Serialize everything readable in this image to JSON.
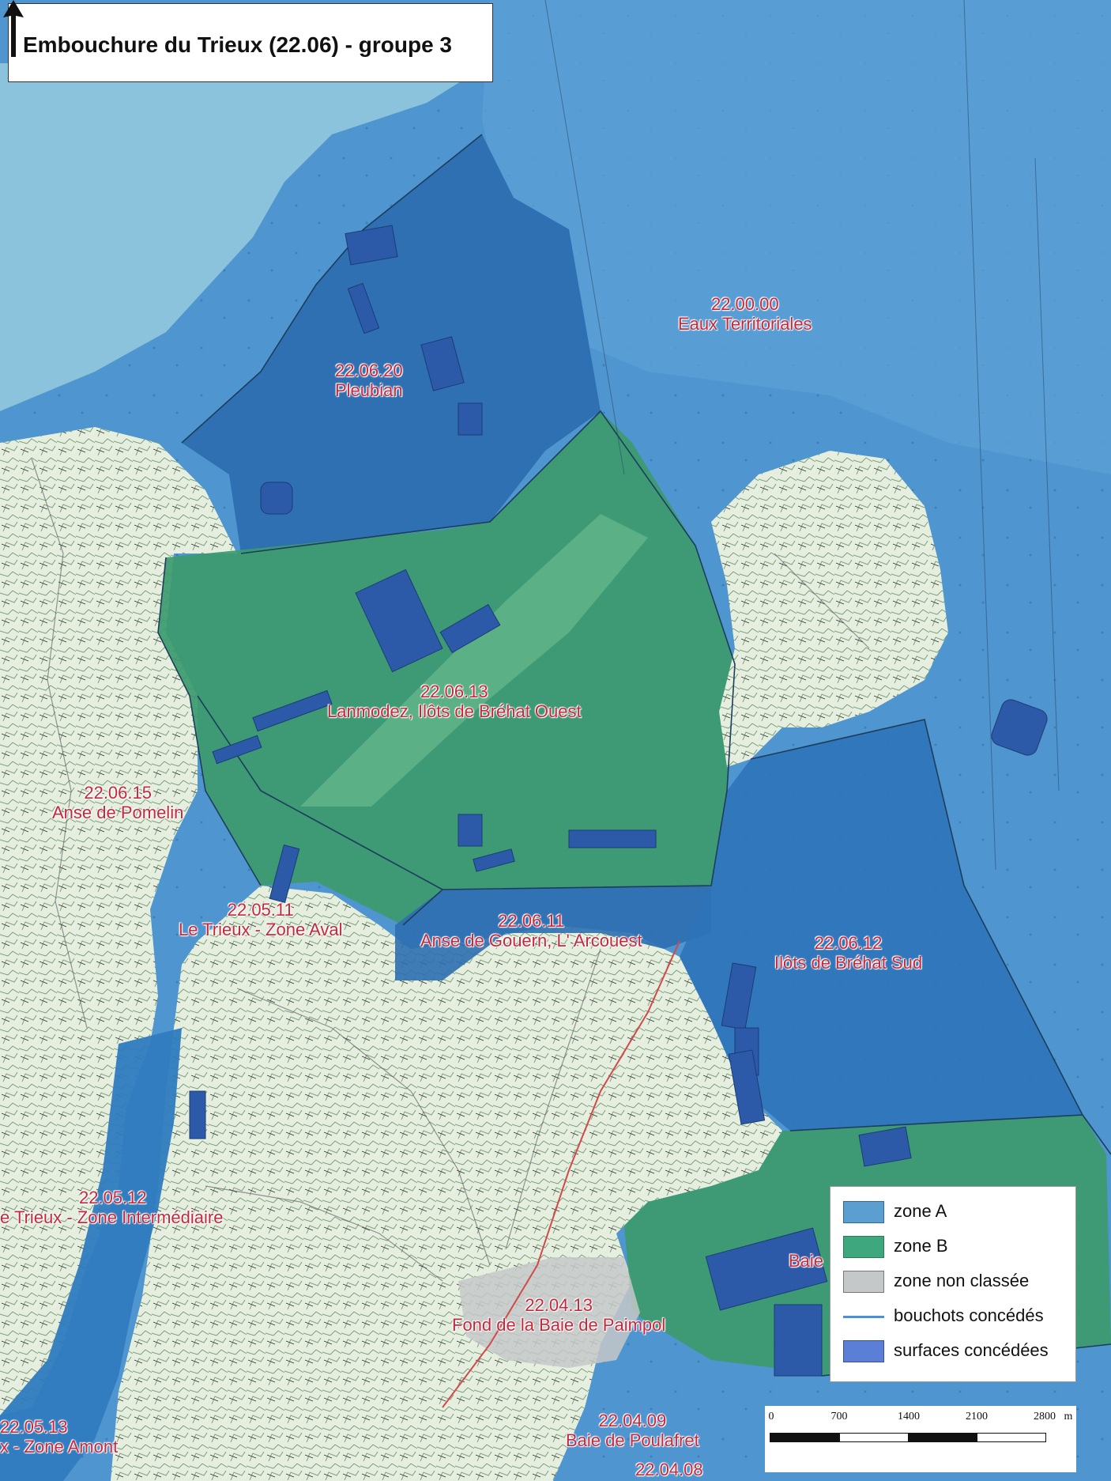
{
  "map": {
    "title": "Embouchure du Trieux (22.06) - groupe 3",
    "zones": [
      {
        "code": "22.00.00",
        "name": "Eaux Territoriales"
      },
      {
        "code": "22.06.20",
        "name": "Pleubian"
      },
      {
        "code": "22.06.13",
        "name": "Lanmodez, Ilôts de Bréhat Ouest"
      },
      {
        "code": "22.06.15",
        "name": "Anse de Pomelin"
      },
      {
        "code": "22.05.11",
        "name": "Le Trieux - Zone Aval"
      },
      {
        "code": "22.06.11",
        "name": "Anse de Gouern, L' Arcouest"
      },
      {
        "code": "22.06.12",
        "name": "Ilôts de Bréhat Sud"
      },
      {
        "code": "22.05.12",
        "name": "e Trieux - Zone Intermédiaire"
      },
      {
        "code": "22.04.13",
        "name": "Fond de la Baie de Paimpol"
      },
      {
        "code": "22.05.13",
        "name": "x - Zone Amont"
      },
      {
        "code": "22.04.09",
        "name": "Baie de Poulafret"
      },
      {
        "code": "22.04.08",
        "name": ""
      },
      {
        "code": "",
        "name": "Baie"
      }
    ],
    "legend": {
      "items": [
        {
          "label": "zone A",
          "kind": "fill",
          "color": "#5a9fd0"
        },
        {
          "label": "zone B",
          "kind": "fill",
          "color": "#3fa77d"
        },
        {
          "label": "zone non classée",
          "kind": "fill",
          "color": "#c4c8c8"
        },
        {
          "label": "bouchots concédés",
          "kind": "line",
          "color": "#4a90d8"
        },
        {
          "label": "surfaces concédées",
          "kind": "fill",
          "color": "#5b7fd6"
        }
      ]
    },
    "scale": {
      "ticks": [
        "0",
        "700",
        "1400",
        "2100",
        "2800"
      ],
      "unit": "m"
    },
    "colors": {
      "sea_deep": "#4d93cf",
      "sea_light": "#8ec2dc",
      "zone_a": "#2f7bbf",
      "zone_b": "#3c9a6e",
      "land": "#e8efe3",
      "concession": "#2d5aa8",
      "label": "#c5283a"
    },
    "north_arrow_icon": "north-arrow-icon"
  }
}
